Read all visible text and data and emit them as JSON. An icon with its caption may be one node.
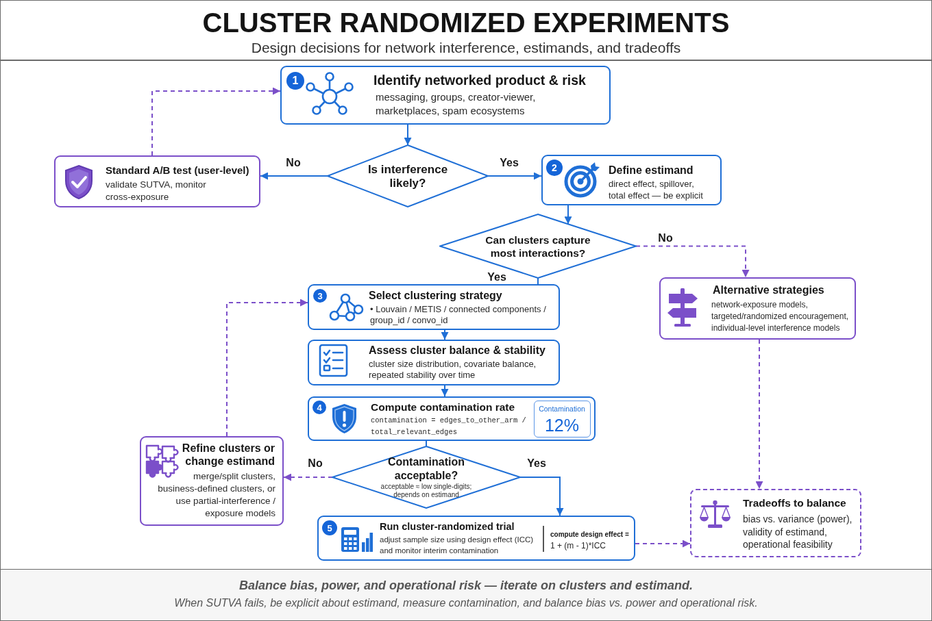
{
  "diagram": {
    "title": "CLUSTER RANDOMIZED EXPERIMENTS",
    "caption": "Balance bias, power, and operational risk — iterate on clusters and estimand.",
    "nodes": [
      {
        "text": [
          "Identify networked product & risk",
          "messaging, groups, creator-viewer, marketplaces, spam ecosystems"
        ]
      },
      {
        "text": [
          "1"
        ],
        "in": 0
      },
      {
        "text": [
          "Is interference likely?"
        ]
      },
      {
        "text": [
          "Standard A/B test (user-level)",
          "validate SUTVA, monitor cross-exposure"
        ]
      },
      {
        "text": [
          "Define estimand",
          "direct effect, spillover, total effect — be explicit"
        ]
      },
      {
        "text": [
          "2"
        ],
        "in": 4
      },
      {
        "text": [
          "Can clusters capture most interactions?"
        ]
      },
      {
        "text": [
          "Alternative strategies",
          "network-exposure models, targeted/randomized encouragement, individual-level interference models"
        ]
      },
      {
        "text": [
          "Select clustering strategy",
          "• Louvain / METIS / connected components / group_id / convo_id"
        ]
      },
      {
        "text": [
          "3"
        ],
        "in": 8
      },
      {
        "text": [
          "Assess cluster balance & stability",
          "cluster size distribution, covariate balance, repeated stability over time"
        ]
      },
      {
        "text": [
          "Compute contamination rate",
          "contamination = edges_to_other_arm / total_relevant_edges"
        ]
      },
      {
        "text": [
          "4"
        ],
        "in": 11
      },
      {
        "text": [
          "Contamination",
          "12%"
        ],
        "in": 11
      },
      {
        "text": [
          "Contamination acceptable?",
          "acceptable ≈ low single-digits; depends on estimand"
        ]
      },
      {
        "text": [
          "Refine clusters or change estimand",
          "merge/split clusters, business-defined clusters, or use partial-interference / exposure models"
        ]
      },
      {
        "text": [
          "Run cluster-randomized trial",
          "adjust sample size using design effect (ICC) and monitor interim contamination",
          "compute design effect =",
          "1 + (m - 1)*ICC"
        ]
      },
      {
        "text": [
          "5"
        ],
        "in": 16
      },
      {
        "text": [
          "Tradeoffs to balance",
          "bias vs. variance (power), validity of estimand, operational feasibility"
        ]
      }
    ],
    "edges": [
      {
        "from": 0,
        "to": 2,
        "arrow": "to"
      },
      {
        "from": 2,
        "to": 3,
        "arrow": "to",
        "label": "No"
      },
      {
        "from": 2,
        "to": 4,
        "arrow": "to",
        "label": "Yes"
      },
      {
        "from": 3,
        "to": 0,
        "arrow": "to",
        "style": "dashed",
        "color": "#7b4fc9"
      },
      {
        "from": 4,
        "to": 6,
        "arrow": "to"
      },
      {
        "from": 6,
        "to": 7,
        "arrow": "to",
        "label": "No",
        "style": "dashed",
        "color": "#7b4fc9"
      },
      {
        "from": 6,
        "to": 8,
        "arrow": "none",
        "label": "Yes"
      },
      {
        "from": 8,
        "to": 10,
        "arrow": "to"
      },
      {
        "from": 10,
        "to": 11,
        "arrow": "to"
      },
      {
        "from": 11,
        "to": 14,
        "arrow": "none"
      },
      {
        "from": 14,
        "to": 15,
        "arrow": "to",
        "label": "No",
        "style": "dashed",
        "color": "#7b4fc9"
      },
      {
        "from": 14,
        "to": 16,
        "arrow": "to",
        "label": "Yes"
      },
      {
        "from": 15,
        "to": 8,
        "arrow": "to",
        "style": "dashed",
        "color": "#7b4fc9"
      },
      {
        "from": 7,
        "to": 18,
        "arrow": "to",
        "style": "dashed",
        "color": "#7b4fc9"
      },
      {
        "from": 16,
        "to": 18,
        "arrow": "to",
        "style": "dashed",
        "color": "#7b4fc9"
      }
    ],
    "labels": [
      "Design decisions for network interference, estimands, and tradeoffs",
      "When SUTVA fails, be explicit about estimand, measure contamination, and balance bias vs. power and operational risk."
    ]
  }
}
